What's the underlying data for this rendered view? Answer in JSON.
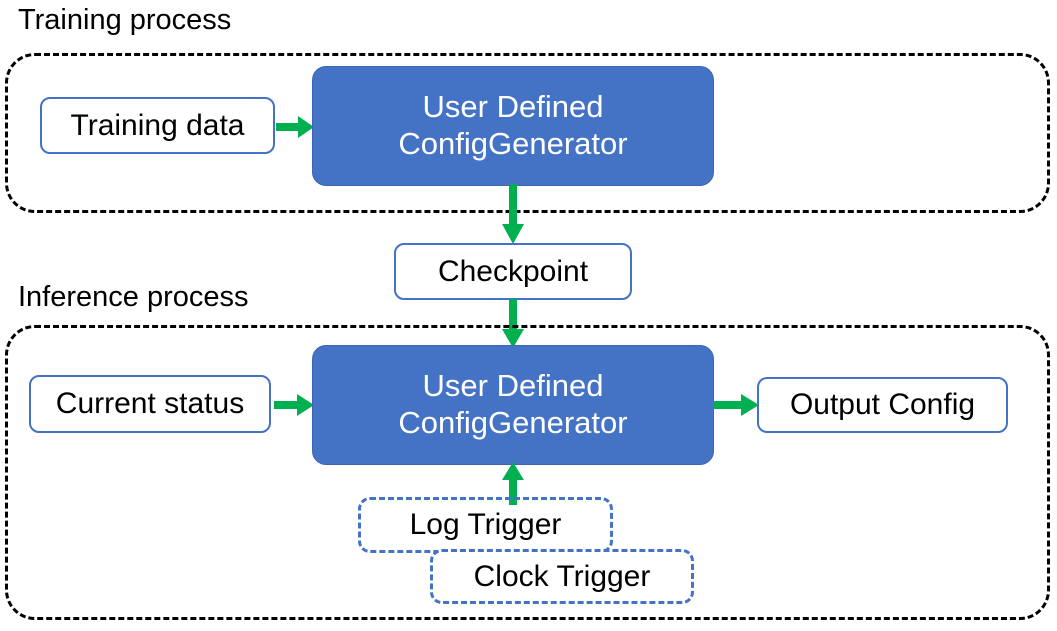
{
  "diagram": {
    "title_training": "Training process",
    "title_inference": "Inference process",
    "colors": {
      "process_fill": "#4472C4",
      "box_outline": "#4472C4",
      "arrow": "#00B050",
      "container_border": "#000000",
      "text_dark": "#000000",
      "text_light": "#FFFFFF"
    },
    "training": {
      "input_box": "Training data",
      "process_box_line1": "User Defined",
      "process_box_line2": "ConfigGenerator"
    },
    "bridge": {
      "checkpoint_box": "Checkpoint"
    },
    "inference": {
      "input_box": "Current status",
      "process_box_line1": "User Defined",
      "process_box_line2": "ConfigGenerator",
      "output_box": "Output Config",
      "trigger_log": "Log Trigger",
      "trigger_clock": "Clock Trigger"
    }
  }
}
